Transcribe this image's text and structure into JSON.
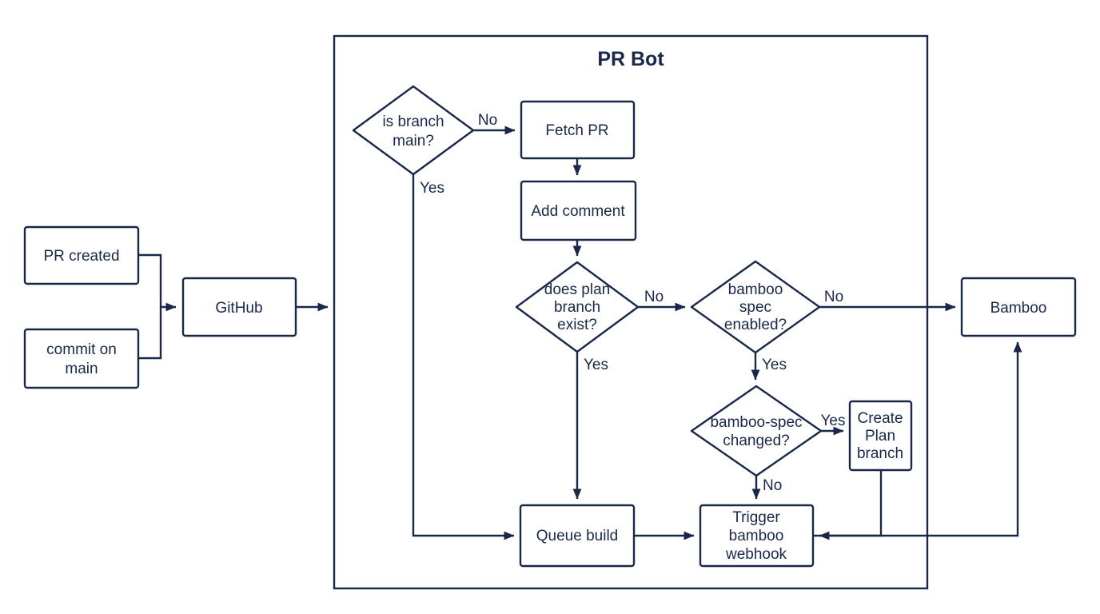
{
  "diagram": {
    "title": "PR Bot",
    "colors": {
      "ink": "#192849",
      "node_fill": "#ffffff",
      "background": "#ffffff"
    },
    "nodes": {
      "pr_created": {
        "type": "process",
        "label": "PR created",
        "lines": [
          "PR created"
        ]
      },
      "commit_on_main": {
        "type": "process",
        "label": "commit on main",
        "lines": [
          "commit on",
          "main"
        ]
      },
      "github": {
        "type": "process",
        "label": "GitHub",
        "lines": [
          "GitHub"
        ]
      },
      "is_branch_main": {
        "type": "decision",
        "label": "is branch main?",
        "lines": [
          "is branch",
          "main?"
        ]
      },
      "fetch_pr": {
        "type": "process",
        "label": "Fetch PR",
        "lines": [
          "Fetch PR"
        ]
      },
      "add_comment": {
        "type": "process",
        "label": "Add comment",
        "lines": [
          "Add comment"
        ]
      },
      "does_plan_branch_exist": {
        "type": "decision",
        "label": "does plan branch exist?",
        "lines": [
          "does plan",
          "branch",
          "exist?"
        ]
      },
      "bamboo_spec_enabled": {
        "type": "decision",
        "label": "bamboo spec enabled?",
        "lines": [
          "bamboo",
          "spec",
          "enabled?"
        ]
      },
      "bamboo_spec_changed": {
        "type": "decision",
        "label": "bamboo-spec changed?",
        "lines": [
          "bamboo-spec",
          "changed?"
        ]
      },
      "create_plan_branch": {
        "type": "process",
        "label": "Create Plan branch",
        "lines": [
          "Create",
          "Plan",
          "branch"
        ]
      },
      "queue_build": {
        "type": "process",
        "label": "Queue build",
        "lines": [
          "Queue build"
        ]
      },
      "trigger_bamboo_webhook": {
        "type": "process",
        "label": "Trigger bamboo webhook",
        "lines": [
          "Trigger",
          "bamboo",
          "webhook"
        ]
      },
      "bamboo": {
        "type": "process",
        "label": "Bamboo",
        "lines": [
          "Bamboo"
        ]
      }
    },
    "edges": [
      {
        "from": "pr_created",
        "to": "github",
        "label": ""
      },
      {
        "from": "commit_on_main",
        "to": "github",
        "label": ""
      },
      {
        "from": "github",
        "to": "pr_bot_container",
        "label": ""
      },
      {
        "from": "is_branch_main",
        "to": "fetch_pr",
        "label": "No"
      },
      {
        "from": "is_branch_main",
        "to": "queue_build",
        "label": "Yes"
      },
      {
        "from": "fetch_pr",
        "to": "add_comment",
        "label": ""
      },
      {
        "from": "add_comment",
        "to": "does_plan_branch_exist",
        "label": ""
      },
      {
        "from": "does_plan_branch_exist",
        "to": "bamboo_spec_enabled",
        "label": "No"
      },
      {
        "from": "does_plan_branch_exist",
        "to": "queue_build",
        "label": "Yes"
      },
      {
        "from": "bamboo_spec_enabled",
        "to": "bamboo",
        "label": "No"
      },
      {
        "from": "bamboo_spec_enabled",
        "to": "bamboo_spec_changed",
        "label": "Yes"
      },
      {
        "from": "bamboo_spec_changed",
        "to": "create_plan_branch",
        "label": "Yes"
      },
      {
        "from": "bamboo_spec_changed",
        "to": "trigger_bamboo_webhook",
        "label": "No"
      },
      {
        "from": "queue_build",
        "to": "trigger_bamboo_webhook",
        "label": ""
      },
      {
        "from": "create_plan_branch",
        "to": "trigger_bamboo_webhook",
        "label": ""
      },
      {
        "from": "trigger_bamboo_webhook",
        "to": "bamboo",
        "label": ""
      }
    ]
  }
}
